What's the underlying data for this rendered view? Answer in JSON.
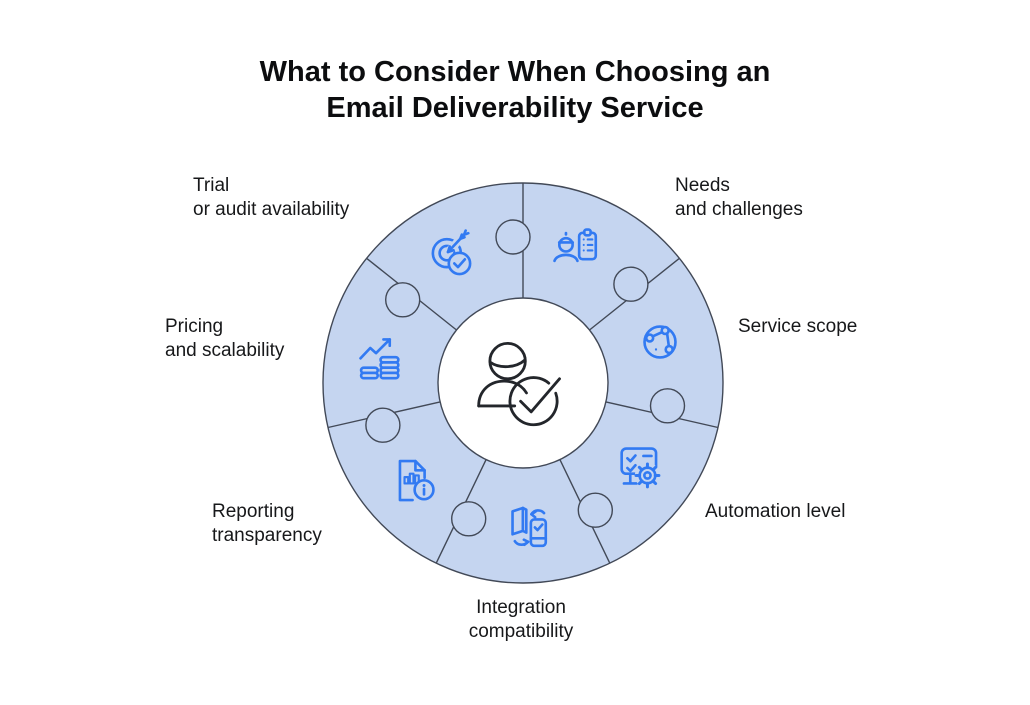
{
  "title": {
    "line1": "What to Consider When Choosing an",
    "line2": "Email Deliverability Service"
  },
  "center": {
    "icon": "user-check-icon"
  },
  "segments": [
    {
      "id": "trial",
      "label_line1": "Trial",
      "label_line2": "or audit availability",
      "icon": "target-check-icon"
    },
    {
      "id": "needs",
      "label_line1": "Needs",
      "label_line2": "and challenges",
      "icon": "person-checklist-icon"
    },
    {
      "id": "scope",
      "label_line1": "Service scope",
      "label_line2": "",
      "icon": "globe-network-icon"
    },
    {
      "id": "automation",
      "label_line1": "Automation level",
      "label_line2": "",
      "icon": "checklist-gear-icon"
    },
    {
      "id": "integration",
      "label_line1": "Integration",
      "label_line2": "compatibility",
      "icon": "device-sync-icon"
    },
    {
      "id": "reporting",
      "label_line1": "Reporting",
      "label_line2": "transparency",
      "icon": "report-info-icon"
    },
    {
      "id": "pricing",
      "label_line1": "Pricing",
      "label_line2": "and scalability",
      "icon": "coins-growth-icon"
    }
  ],
  "colors": {
    "ring_fill": "#c5d5f0",
    "outline": "#424957",
    "icon_blue": "#327af2",
    "center_icon": "#23262b",
    "label_text": "#17181a",
    "background": "#ffffff"
  }
}
